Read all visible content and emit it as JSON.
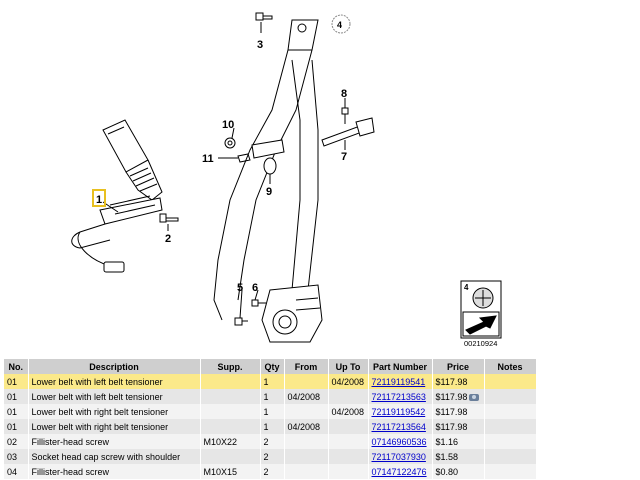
{
  "diagram": {
    "callouts": [
      "1",
      "2",
      "3",
      "4",
      "5",
      "6",
      "7",
      "8",
      "9",
      "10",
      "11"
    ],
    "selected_callout": "1",
    "thumbnail_number": "4",
    "doc_id": "00210924"
  },
  "table": {
    "headers": {
      "no": "No.",
      "description": "Description",
      "supp": "Supp.",
      "qty": "Qty",
      "from": "From",
      "upto": "Up To",
      "part_number": "Part Number",
      "price": "Price",
      "notes": "Notes"
    },
    "rows": [
      {
        "no": "01",
        "description": "Lower belt with left belt tensioner",
        "supp": "",
        "qty": "1",
        "from": "",
        "upto": "04/2008",
        "part_number": "72119119541",
        "price": "$117.98",
        "notes": "",
        "photo": false
      },
      {
        "no": "01",
        "description": "Lower belt with left belt tensioner",
        "supp": "",
        "qty": "1",
        "from": "04/2008",
        "upto": "",
        "part_number": "72117213563",
        "price": "$117.98",
        "notes": "",
        "photo": true
      },
      {
        "no": "01",
        "description": "Lower belt with right belt tensioner",
        "supp": "",
        "qty": "1",
        "from": "",
        "upto": "04/2008",
        "part_number": "72119119542",
        "price": "$117.98",
        "notes": "",
        "photo": false
      },
      {
        "no": "01",
        "description": "Lower belt with right belt tensioner",
        "supp": "",
        "qty": "1",
        "from": "04/2008",
        "upto": "",
        "part_number": "72117213564",
        "price": "$117.98",
        "notes": "",
        "photo": false
      },
      {
        "no": "02",
        "description": "Fillister-head screw",
        "supp": "M10X22",
        "qty": "2",
        "from": "",
        "upto": "",
        "part_number": "07146960536",
        "price": "$1.16",
        "notes": "",
        "photo": false
      },
      {
        "no": "03",
        "description": "Socket head cap screw with shoulder",
        "supp": "",
        "qty": "2",
        "from": "",
        "upto": "",
        "part_number": "72117037930",
        "price": "$1.58",
        "notes": "",
        "photo": false
      },
      {
        "no": "04",
        "description": "Fillister-head screw",
        "supp": "M10X15",
        "qty": "2",
        "from": "",
        "upto": "",
        "part_number": "07147122476",
        "price": "$0.80",
        "notes": "",
        "photo": false
      }
    ],
    "selected_row": 0
  },
  "colors": {
    "highlight": "#fbe98a",
    "callout_box": "#e8c020",
    "link": "#0000cc",
    "header_bg": "#cfcfcf"
  }
}
